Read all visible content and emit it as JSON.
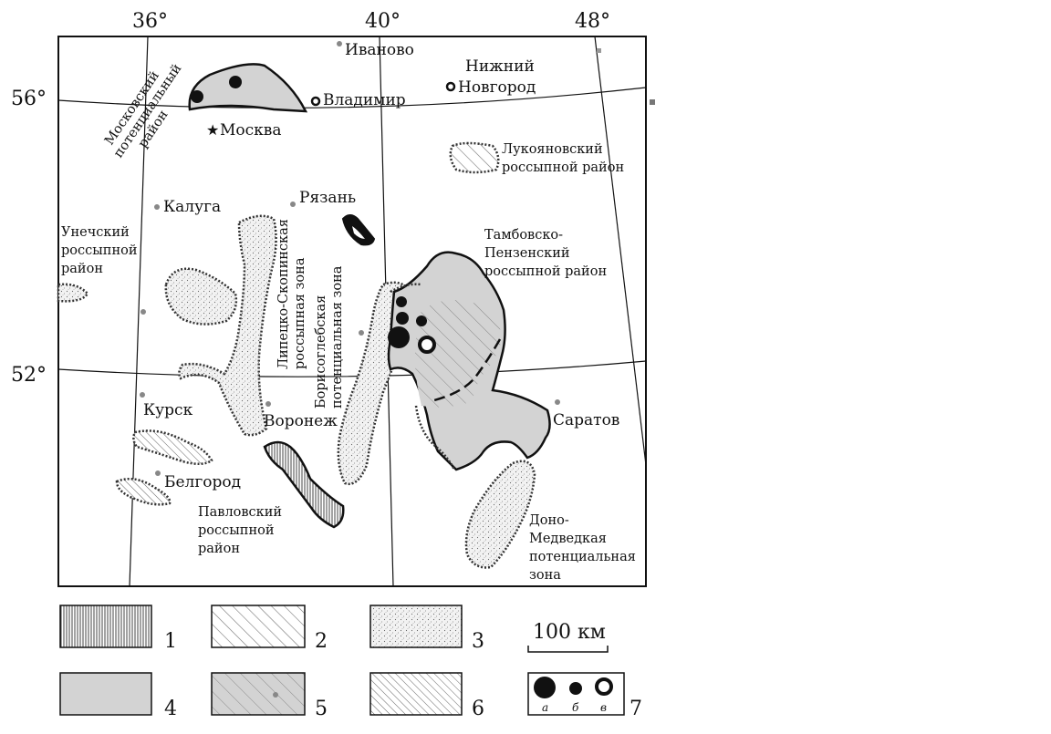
{
  "coords": {
    "lon_36": "36°",
    "lon_40": "40°",
    "lon_48": "48°",
    "lat_56": "56°",
    "lat_52": "52°"
  },
  "cities": {
    "ivanovo": "Иваново",
    "nizhny_line1": "Нижний",
    "nizhny_line2": "Новгород",
    "vladimir": "Владимир",
    "moskva": "Москва",
    "kaluga": "Калуга",
    "ryazan": "Рязань",
    "kursk": "Курск",
    "voronezh": "Воронеж",
    "belgorod": "Белгород",
    "saratov": "Саратов"
  },
  "regions": {
    "moscow_l1": "Московский",
    "moscow_l2": "потенциальный",
    "moscow_l3": "район",
    "lukoyanov_l1": "Лукояновский",
    "lukoyanov_l2": "россыпной район",
    "unecha_l1": "Унечский",
    "unecha_l2": "россыпной",
    "unecha_l3": "район",
    "lipetsk_l1": "Липецко-Скопинская",
    "lipetsk_l2": "россыпная зона",
    "borisoglebsk_l1": "Борисоглебская",
    "borisoglebsk_l2": "потенциальная зона",
    "tambov_l1": "Тамбовско-",
    "tambov_l2": "Пензенский",
    "tambov_l3": "россыпной район",
    "pavlovsk_l1": "Павловский",
    "pavlovsk_l2": "россыпной",
    "pavlovsk_l3": "район",
    "don_l1": "Доно-",
    "don_l2": "Медведкая",
    "don_l3": "потенциальная",
    "don_l4": "зона"
  },
  "legend": {
    "n1": "1",
    "n2": "2",
    "n3": "3",
    "n4": "4",
    "n5": "5",
    "n6": "6",
    "n7": "7",
    "sub_a": "а",
    "sub_b": "б",
    "sub_v": "в",
    "scale_label": "100 км"
  },
  "colors": {
    "fill_gray": "#d3d3d3",
    "ink": "#111111",
    "hatch": "#777777",
    "paper": "#ffffff"
  }
}
